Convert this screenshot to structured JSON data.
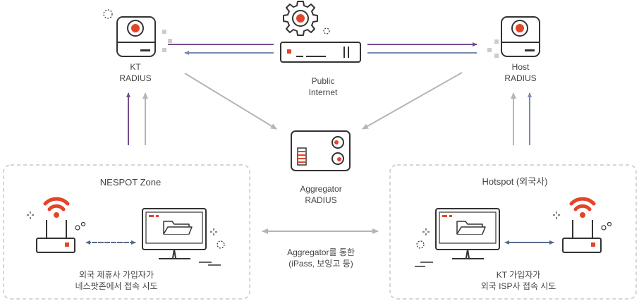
{
  "nodes": {
    "kt_radius": {
      "line1": "KT",
      "line2": "RADIUS"
    },
    "public_internet": {
      "line1": "Public",
      "line2": "Internet"
    },
    "host_radius": {
      "line1": "Host",
      "line2": "RADIUS"
    },
    "aggregator": {
      "line1": "Aggregator",
      "line2": "RADIUS"
    }
  },
  "zones": {
    "left": {
      "title": "NESPOT Zone",
      "caption_line1": "외국 제휴사 가입자가",
      "caption_line2": "네스팟존에서 접속 시도"
    },
    "right": {
      "title": "Hotspot (외국사)",
      "caption_line1": "KT 가입자가",
      "caption_line2": "외국 ISP사 접속 시도"
    }
  },
  "middle_link": {
    "line1": "Aggregator를 통한",
    "line2": "(iPass, 보잉고 등)"
  },
  "colors": {
    "accent_red": "#e2452a",
    "purple": "#7b4a8c",
    "blue_gray": "#7a8ab0",
    "gray": "#b5b5b5",
    "dashed_border": "#c8c8c8",
    "icon_dark": "#333333"
  }
}
